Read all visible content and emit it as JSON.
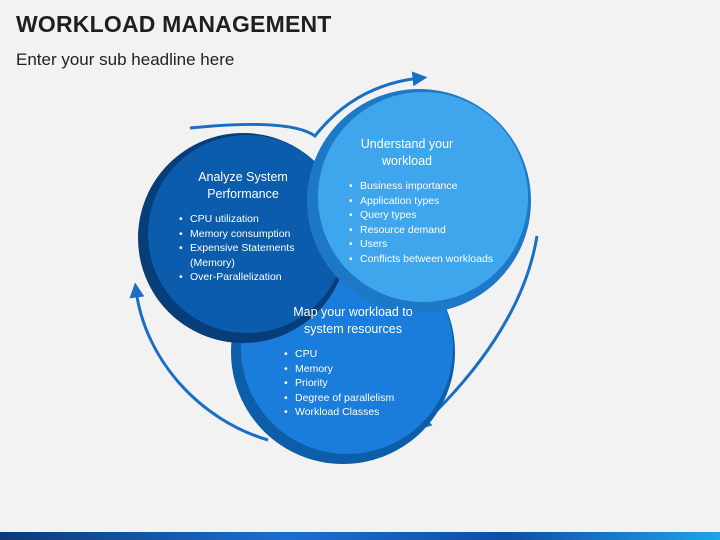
{
  "header": {
    "title": "WORKLOAD MANAGEMENT",
    "subtitle": "Enter your sub headline here"
  },
  "colors": {
    "dark_blue": "#0b5cad",
    "medium_blue": "#1a7cdb",
    "light_blue": "#3fa5ec",
    "arrow_blue": "#1a6fc4"
  },
  "cycle": {
    "analyze": {
      "heading": "Analyze System Performance",
      "items": [
        "CPU utilization",
        "Memory consumption",
        "Expensive Statements (Memory)",
        "Over-Parallelization"
      ]
    },
    "understand": {
      "heading": "Understand your workload",
      "items": [
        "Business importance",
        "Application types",
        "Query types",
        "Resource demand",
        "Users",
        "Conflicts between workloads"
      ]
    },
    "map": {
      "heading": "Map your workload to system resources",
      "items": [
        "CPU",
        "Memory",
        "Priority",
        "Degree of parallelism",
        "Workload Classes"
      ]
    }
  }
}
